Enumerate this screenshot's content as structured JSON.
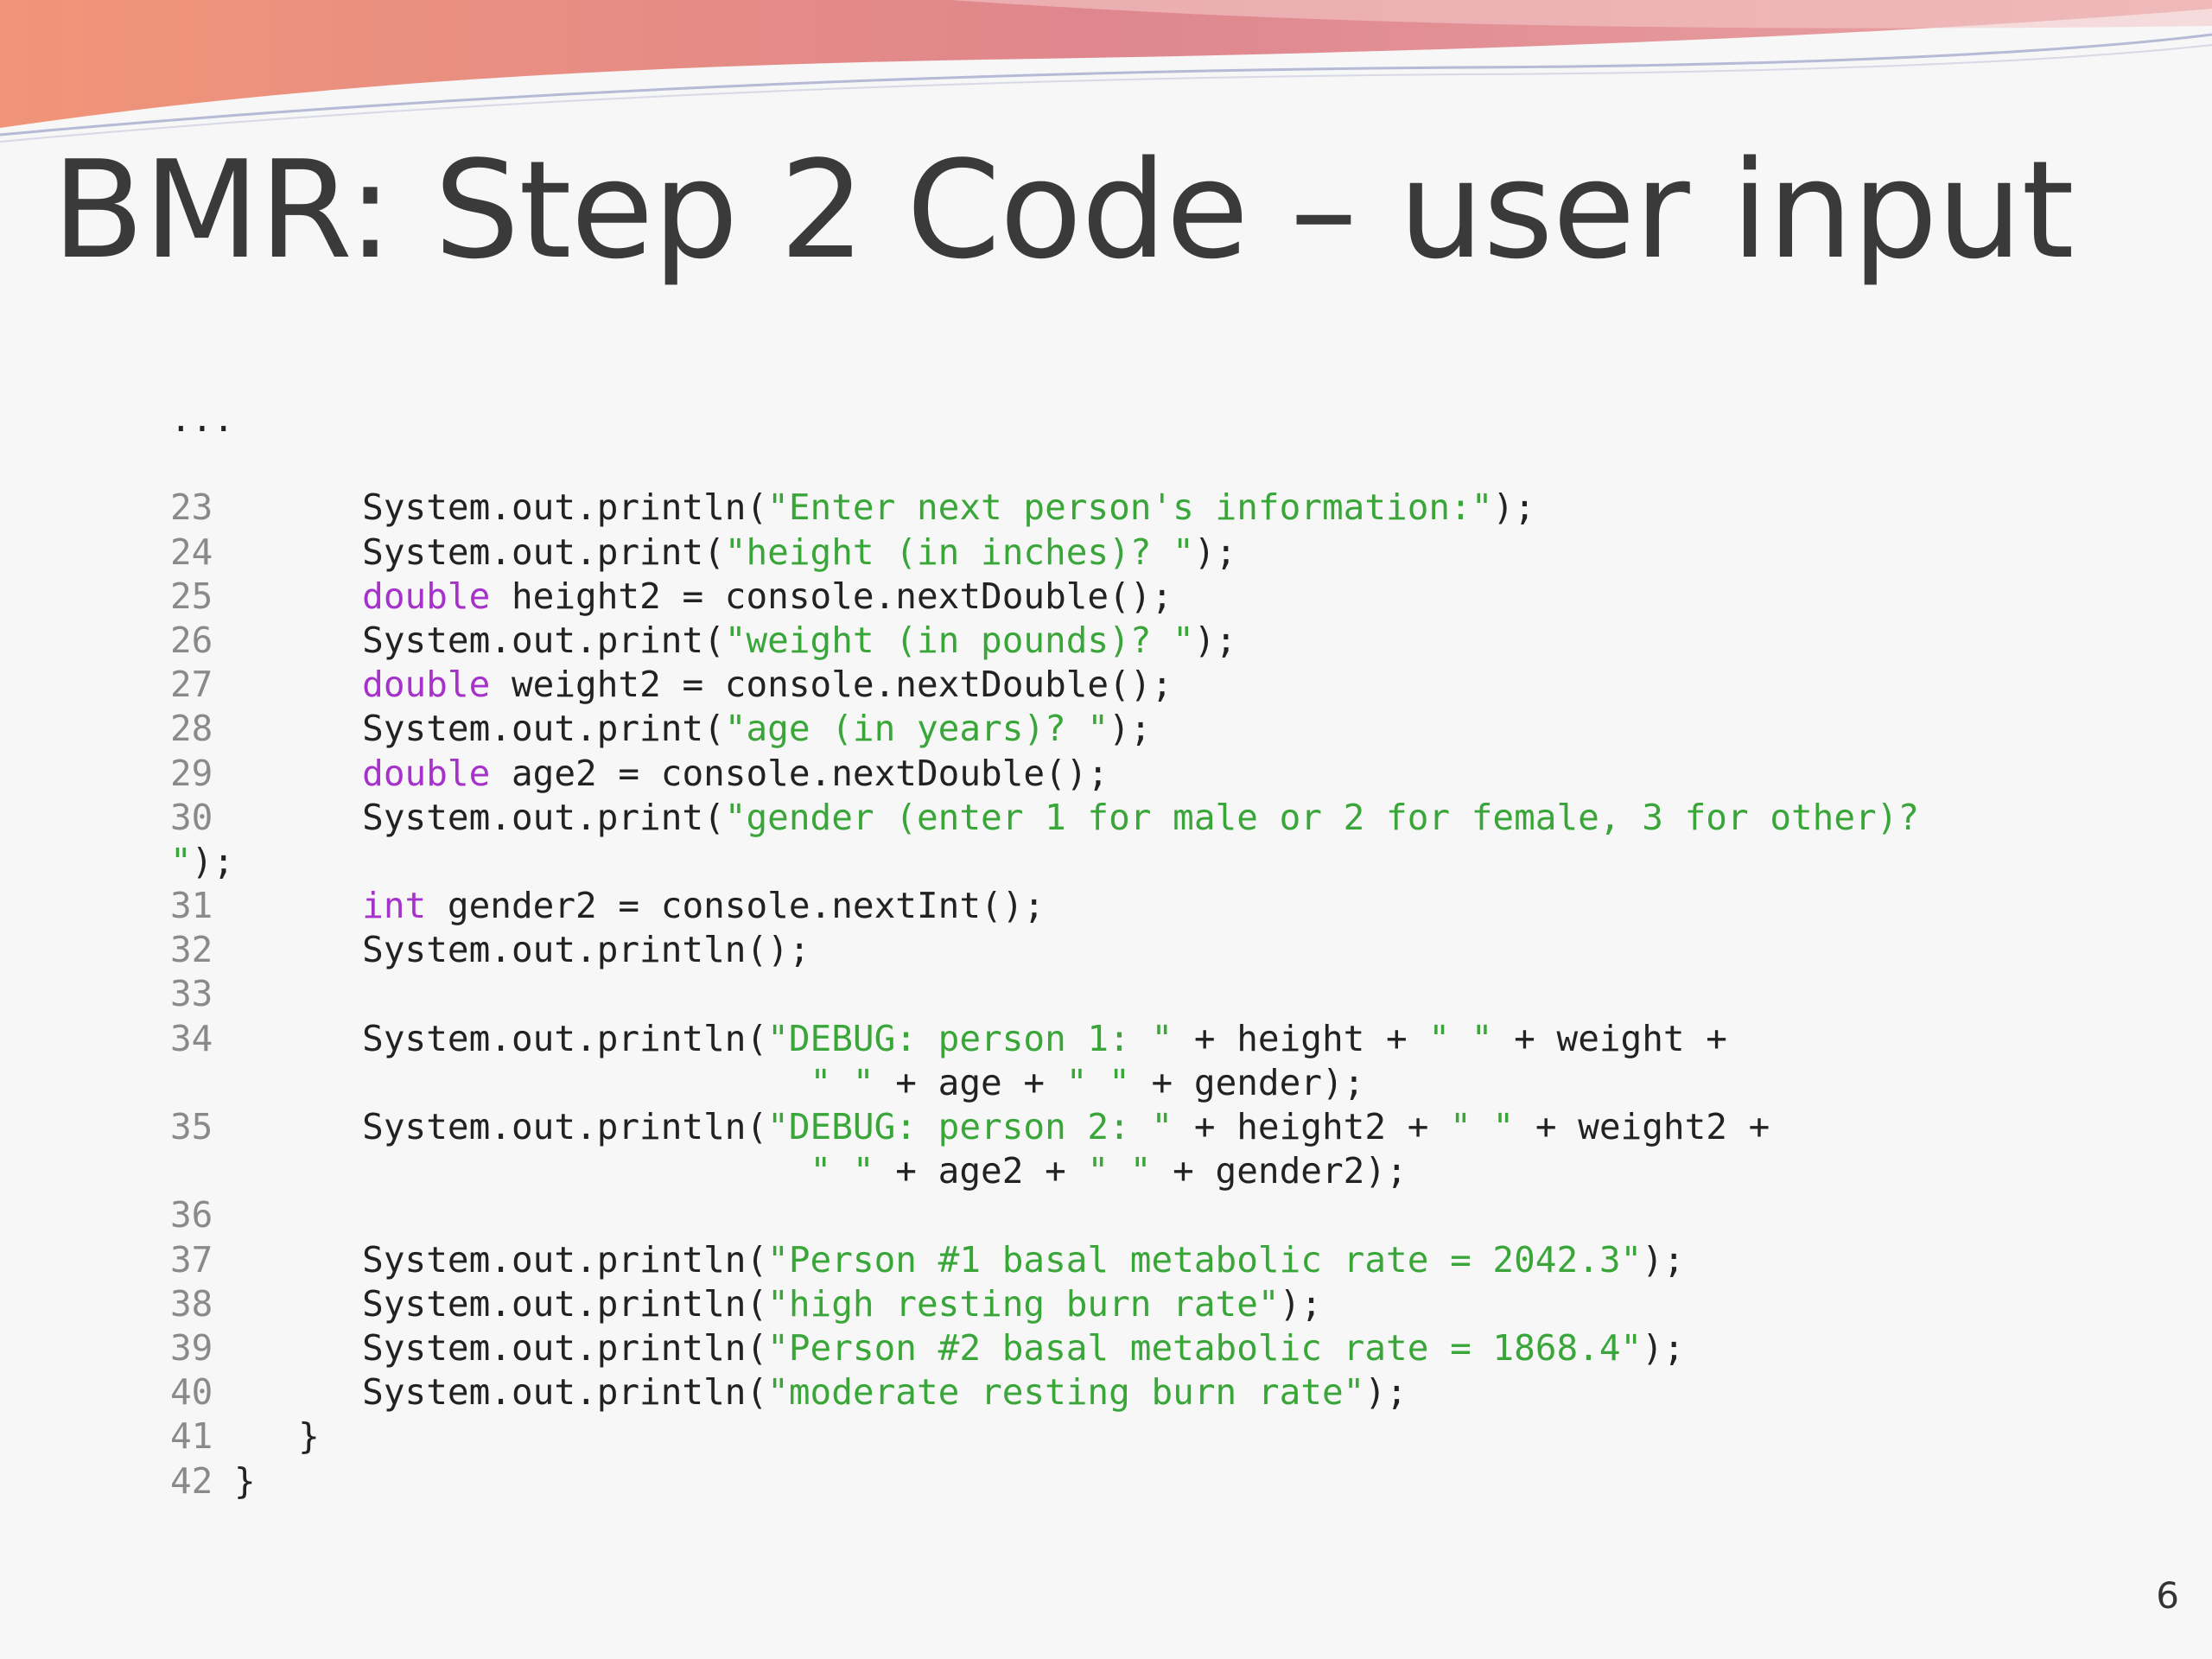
{
  "slide": {
    "title": "BMR: Step 2 Code – user input",
    "page_number": "6"
  },
  "colors": {
    "background": "#f7f7f7",
    "title": "#3a3a3a",
    "line_number": "#8a8a8a",
    "keyword": "#a533c9",
    "string": "#3aa63a",
    "code": "#222222",
    "header_wave": "#e07a7a"
  },
  "code": {
    "lines": [
      [
        {
          "t": "...",
          "c": "plain"
        }
      ],
      [],
      [
        {
          "t": "23",
          "c": "ln"
        },
        {
          "t": "       System.out.println(",
          "c": "plain"
        },
        {
          "t": "\"Enter next person's information:\"",
          "c": "str"
        },
        {
          "t": ");",
          "c": "plain"
        }
      ],
      [
        {
          "t": "24",
          "c": "ln"
        },
        {
          "t": "       System.out.print(",
          "c": "plain"
        },
        {
          "t": "\"height (in inches)? \"",
          "c": "str"
        },
        {
          "t": ");",
          "c": "plain"
        }
      ],
      [
        {
          "t": "25",
          "c": "ln"
        },
        {
          "t": "       ",
          "c": "plain"
        },
        {
          "t": "double",
          "c": "kw"
        },
        {
          "t": " height2 = console.nextDouble();",
          "c": "plain"
        }
      ],
      [
        {
          "t": "26",
          "c": "ln"
        },
        {
          "t": "       System.out.print(",
          "c": "plain"
        },
        {
          "t": "\"weight (in pounds)? \"",
          "c": "str"
        },
        {
          "t": ");",
          "c": "plain"
        }
      ],
      [
        {
          "t": "27",
          "c": "ln"
        },
        {
          "t": "       ",
          "c": "plain"
        },
        {
          "t": "double",
          "c": "kw"
        },
        {
          "t": " weight2 = console.nextDouble();",
          "c": "plain"
        }
      ],
      [
        {
          "t": "28",
          "c": "ln"
        },
        {
          "t": "       System.out.print(",
          "c": "plain"
        },
        {
          "t": "\"age (in years)? \"",
          "c": "str"
        },
        {
          "t": ");",
          "c": "plain"
        }
      ],
      [
        {
          "t": "29",
          "c": "ln"
        },
        {
          "t": "       ",
          "c": "plain"
        },
        {
          "t": "double",
          "c": "kw"
        },
        {
          "t": " age2 = console.nextDouble();",
          "c": "plain"
        }
      ],
      [
        {
          "t": "30",
          "c": "ln"
        },
        {
          "t": "       System.out.print(",
          "c": "plain"
        },
        {
          "t": "\"gender (enter 1 for male or 2 for female, 3 for other)? ",
          "c": "str"
        }
      ],
      [
        {
          "t": "\"",
          "c": "str"
        },
        {
          "t": ");",
          "c": "plain"
        }
      ],
      [
        {
          "t": "31",
          "c": "ln"
        },
        {
          "t": "       ",
          "c": "plain"
        },
        {
          "t": "int",
          "c": "kw"
        },
        {
          "t": " gender2 = console.nextInt();",
          "c": "plain"
        }
      ],
      [
        {
          "t": "32",
          "c": "ln"
        },
        {
          "t": "       System.out.println();",
          "c": "plain"
        }
      ],
      [
        {
          "t": "33",
          "c": "ln"
        }
      ],
      [
        {
          "t": "34",
          "c": "ln"
        },
        {
          "t": "       System.out.println(",
          "c": "plain"
        },
        {
          "t": "\"DEBUG: person 1: \"",
          "c": "str"
        },
        {
          "t": " + height + ",
          "c": "plain"
        },
        {
          "t": "\" \"",
          "c": "str"
        },
        {
          "t": " + weight +",
          "c": "plain"
        }
      ],
      [
        {
          "t": "                              ",
          "c": "plain"
        },
        {
          "t": "\" \"",
          "c": "str"
        },
        {
          "t": " + age + ",
          "c": "plain"
        },
        {
          "t": "\" \"",
          "c": "str"
        },
        {
          "t": " + gender);",
          "c": "plain"
        }
      ],
      [
        {
          "t": "35",
          "c": "ln"
        },
        {
          "t": "       System.out.println(",
          "c": "plain"
        },
        {
          "t": "\"DEBUG: person 2: \"",
          "c": "str"
        },
        {
          "t": " + height2 + ",
          "c": "plain"
        },
        {
          "t": "\" \"",
          "c": "str"
        },
        {
          "t": " + weight2 +",
          "c": "plain"
        }
      ],
      [
        {
          "t": "                              ",
          "c": "plain"
        },
        {
          "t": "\" \"",
          "c": "str"
        },
        {
          "t": " + age2 + ",
          "c": "plain"
        },
        {
          "t": "\" \"",
          "c": "str"
        },
        {
          "t": " + gender2);",
          "c": "plain"
        }
      ],
      [
        {
          "t": "36",
          "c": "ln"
        }
      ],
      [
        {
          "t": "37",
          "c": "ln"
        },
        {
          "t": "       System.out.println(",
          "c": "plain"
        },
        {
          "t": "\"Person #1 basal metabolic rate = 2042.3\"",
          "c": "str"
        },
        {
          "t": ");",
          "c": "plain"
        }
      ],
      [
        {
          "t": "38",
          "c": "ln"
        },
        {
          "t": "       System.out.println(",
          "c": "plain"
        },
        {
          "t": "\"high resting burn rate\"",
          "c": "str"
        },
        {
          "t": ");",
          "c": "plain"
        }
      ],
      [
        {
          "t": "39",
          "c": "ln"
        },
        {
          "t": "       System.out.println(",
          "c": "plain"
        },
        {
          "t": "\"Person #2 basal metabolic rate = 1868.4\"",
          "c": "str"
        },
        {
          "t": ");",
          "c": "plain"
        }
      ],
      [
        {
          "t": "40",
          "c": "ln"
        },
        {
          "t": "       System.out.println(",
          "c": "plain"
        },
        {
          "t": "\"moderate resting burn rate\"",
          "c": "str"
        },
        {
          "t": ");",
          "c": "plain"
        }
      ],
      [
        {
          "t": "41",
          "c": "ln"
        },
        {
          "t": "    }",
          "c": "plain"
        }
      ],
      [
        {
          "t": "42",
          "c": "ln"
        },
        {
          "t": " }",
          "c": "plain"
        }
      ]
    ]
  }
}
